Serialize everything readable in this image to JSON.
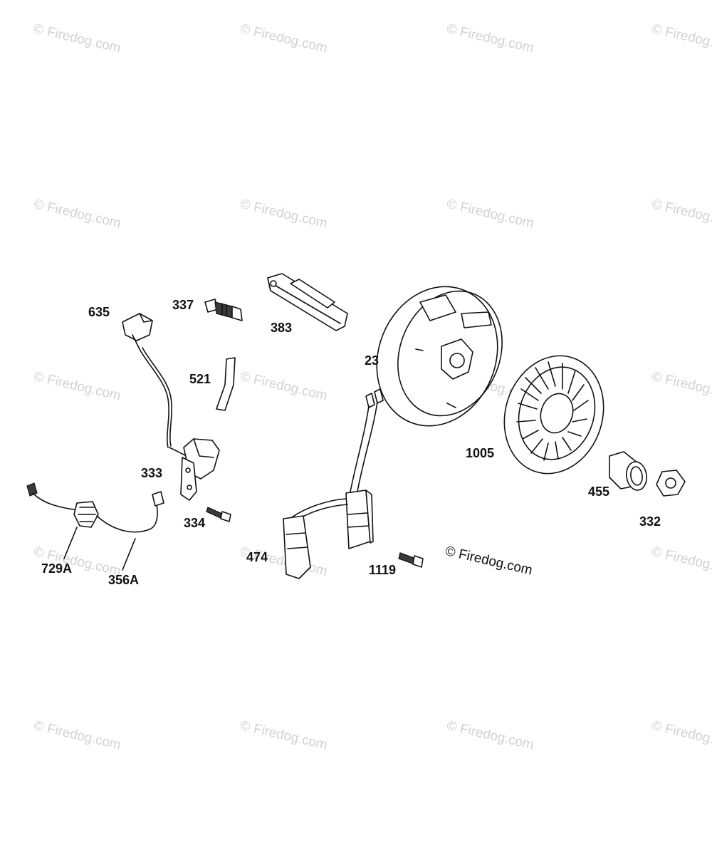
{
  "watermark": {
    "text": "© Firedog.com",
    "color": "#d2d2d2"
  },
  "credit": {
    "text": "© Firedog.com"
  },
  "parts": [
    {
      "id": "635",
      "label": "635",
      "icon": "spark-plug-boot-lead"
    },
    {
      "id": "337",
      "label": "337",
      "icon": "spark-plug"
    },
    {
      "id": "383",
      "label": "383",
      "icon": "spark-plug-wrench"
    },
    {
      "id": "521",
      "label": "521",
      "icon": "sleeve"
    },
    {
      "id": "333",
      "label": "333",
      "icon": "armature"
    },
    {
      "id": "334",
      "label": "334",
      "icon": "screw"
    },
    {
      "id": "729A",
      "label": "729A",
      "icon": "ground-wire-grommet"
    },
    {
      "id": "356A",
      "label": "356A",
      "icon": "stop-switch-wire"
    },
    {
      "id": "474",
      "label": "474",
      "icon": "alternator-stator"
    },
    {
      "id": "23",
      "label": "23",
      "icon": "flywheel"
    },
    {
      "id": "1005",
      "label": "1005",
      "icon": "fan"
    },
    {
      "id": "455",
      "label": "455",
      "icon": "cup-starter"
    },
    {
      "id": "332",
      "label": "332",
      "icon": "nut"
    },
    {
      "id": "1119",
      "label": "1119",
      "icon": "screw"
    }
  ]
}
